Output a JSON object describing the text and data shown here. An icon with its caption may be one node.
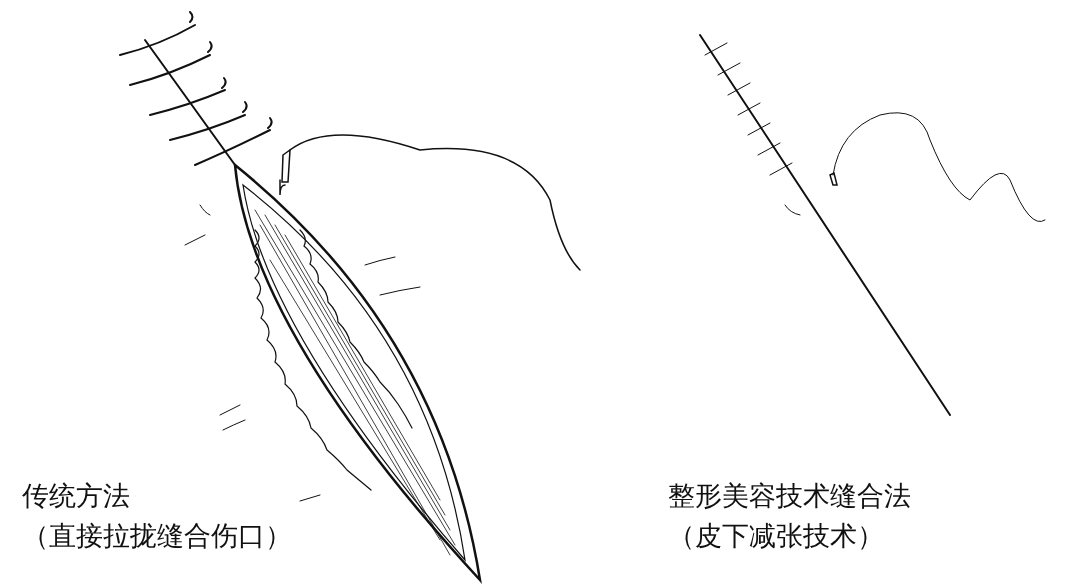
{
  "diagram": {
    "labels": [
      "传统方法",
      "（直接拉拢缝合伤口）",
      "整形美容技术缝合法",
      "（皮下减张技术）"
    ]
  }
}
